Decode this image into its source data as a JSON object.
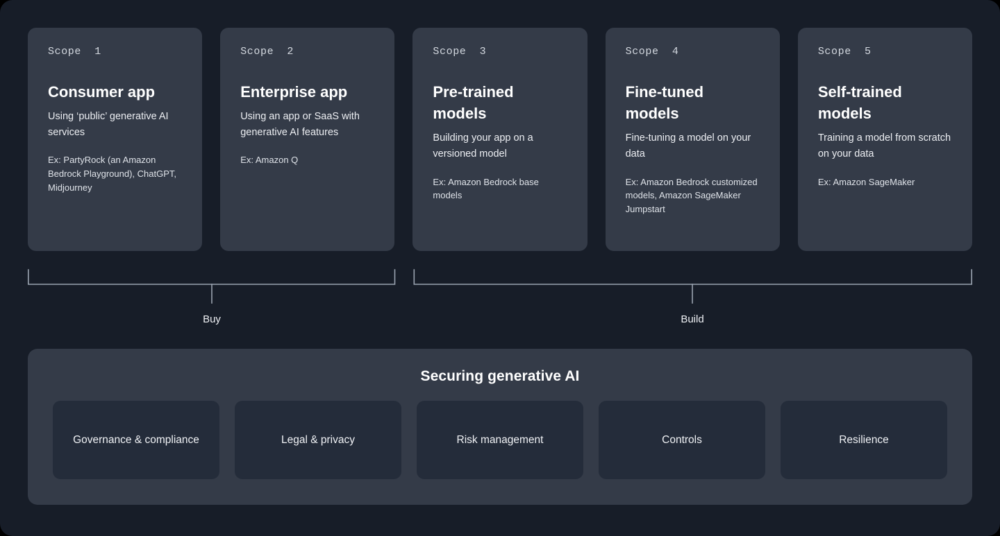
{
  "colors": {
    "page_background": "#171d28",
    "card_background": "#343b48",
    "pill_background": "#242c3a",
    "bracket_line": "#9aa3b0",
    "text_primary": "#ffffff",
    "text_secondary": "#dfe3e9"
  },
  "scopes": [
    {
      "eyebrow": "Scope  1",
      "title": "Consumer app",
      "description": "Using ‘public’ generative AI services",
      "example": "Ex: PartyRock (an Amazon Bedrock Playground), ChatGPT, Midjourney"
    },
    {
      "eyebrow": "Scope  2",
      "title": "Enterprise app",
      "description": "Using an app or SaaS with generative AI features",
      "example": "Ex: Amazon Q"
    },
    {
      "eyebrow": "Scope  3",
      "title": "Pre-trained models",
      "description": "Building your app on a versioned model",
      "example": "Ex: Amazon Bedrock base models"
    },
    {
      "eyebrow": "Scope  4",
      "title": "Fine-tuned models",
      "description": "Fine-tuning a model on your data",
      "example": "Ex: Amazon Bedrock customized models, Amazon SageMaker Jumpstart"
    },
    {
      "eyebrow": "Scope  5",
      "title": "Self-trained models",
      "description": "Training a model from scratch on your data",
      "example": "Ex: Amazon SageMaker"
    }
  ],
  "brackets": [
    {
      "label": "Buy",
      "covers": "Scope 1 - Scope 2"
    },
    {
      "label": "Build",
      "covers": "Scope 3 - Scope 5"
    }
  ],
  "securing": {
    "title": "Securing generative AI",
    "pillars": [
      {
        "label": "Governance & compliance"
      },
      {
        "label": "Legal & privacy"
      },
      {
        "label": "Risk management"
      },
      {
        "label": "Controls"
      },
      {
        "label": "Resilience"
      }
    ]
  }
}
